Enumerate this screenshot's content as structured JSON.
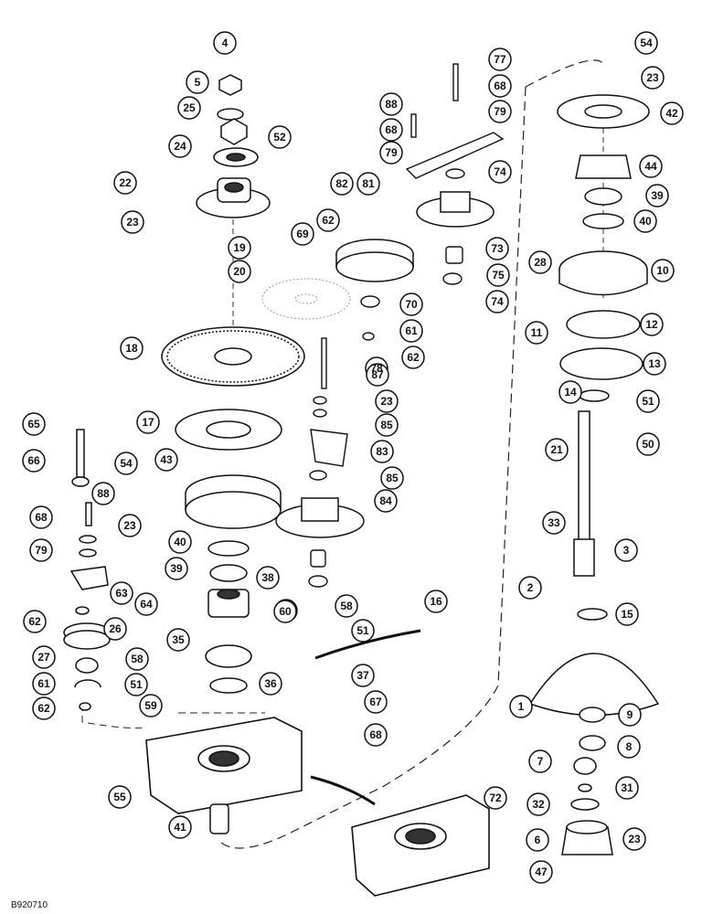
{
  "figure_id": "B920710",
  "callouts": [
    "4",
    "5",
    "25",
    "24",
    "52",
    "22",
    "23",
    "19",
    "20",
    "77",
    "68",
    "88",
    "79",
    "82",
    "81",
    "74",
    "62",
    "69",
    "73",
    "75",
    "70",
    "61",
    "18",
    "78",
    "87",
    "85",
    "83",
    "84",
    "17",
    "65",
    "66",
    "54",
    "43",
    "68",
    "79",
    "63",
    "64",
    "40",
    "39",
    "38",
    "26",
    "27",
    "35",
    "36",
    "58",
    "51",
    "59",
    "60",
    "37",
    "16",
    "67",
    "55",
    "41",
    "72",
    "42",
    "44",
    "10",
    "28",
    "11",
    "12",
    "13",
    "14",
    "50",
    "21",
    "33",
    "3",
    "2",
    "15",
    "1",
    "9",
    "8",
    "7",
    "31",
    "32",
    "6",
    "47"
  ]
}
